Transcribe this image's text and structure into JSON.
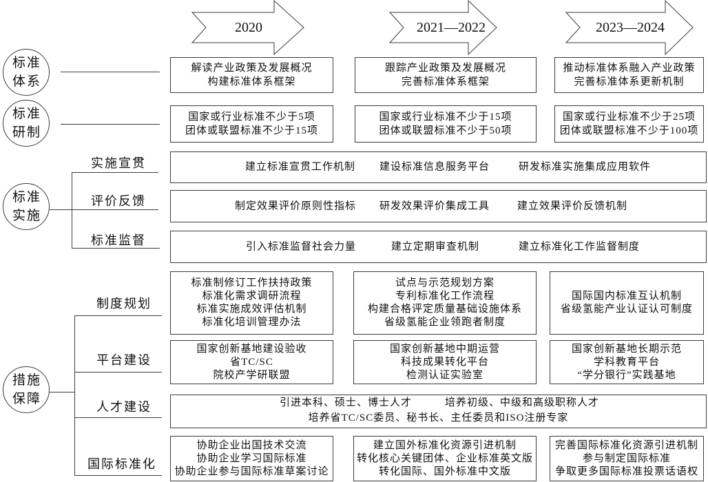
{
  "timeline": {
    "phases": [
      "2020",
      "2021—2022",
      "2023—2024"
    ]
  },
  "standard_system": {
    "label": [
      "标准",
      "体系"
    ],
    "cells": [
      [
        "解读产业政策及发展概况",
        "构建标准体系框架"
      ],
      [
        "跟踪产业政策及发展概况",
        "完善标准体系框架"
      ],
      [
        "推动标准体系融入产业政策",
        "完善标准体系更新机制"
      ]
    ]
  },
  "standard_development": {
    "label": [
      "标准",
      "研制"
    ],
    "cells": [
      [
        "国家或行业标准不少于5项",
        "团体或联盟标准不少于15项"
      ],
      [
        "国家或行业标准不少于15项",
        "团体或联盟标准不少于50项"
      ],
      [
        "国家或行业标准不少于25项",
        "团体或联盟标准不少于100项"
      ]
    ]
  },
  "standard_implementation": {
    "label": [
      "标准",
      "实施"
    ],
    "rows": [
      {
        "label": "实施宣贯",
        "items": [
          "建立标准宣贯工作机制",
          "建设标准信息服务平台",
          "研发标准实施集成应用软件"
        ]
      },
      {
        "label": "评价反馈",
        "items": [
          "制定效果评价原则性指标",
          "研发效果评价集成工具",
          "建立效果评价反馈机制"
        ]
      },
      {
        "label": "标准监督",
        "items": [
          "引入标准监督社会力量",
          "建立定期审查机制",
          "建立标准化工作监督制度"
        ]
      }
    ]
  },
  "safeguards": {
    "label": [
      "措施",
      "保障"
    ],
    "institutional_planning": {
      "label": "制度规划",
      "cells": [
        [
          "标准制修订工作扶持政策",
          "标准化需求调研流程",
          "标准实施成效评估机制",
          "标准化培训管理办法"
        ],
        [
          "试点与示范规划方案",
          "专利标准化工作流程",
          "构建合格评定质量基础设施体系",
          "省级氢能企业领跑者制度"
        ],
        [
          "国际国内标准互认机制",
          "省级氢能产业认证认可制度"
        ]
      ]
    },
    "platform_building": {
      "label": "平台建设",
      "cells": [
        [
          "国家创新基地建设验收",
          "省TC/SC",
          "院校产学研联盟"
        ],
        [
          "国家创新基地中期运营",
          "科技成果转化平台",
          "检测认证实验室"
        ],
        [
          "国家创新基地长期示范",
          "学科教育平台",
          "“学分银行”实践基地"
        ]
      ]
    },
    "talent_building": {
      "label": "人才建设",
      "items": [
        "引进本科、硕士、博士人才",
        "培养初级、中级和高级职称人才",
        "培养省TC/SC委员、秘书长、主任委员和ISO注册专家"
      ]
    },
    "internationalization": {
      "label": "国际标准化",
      "cells": [
        [
          "协助企业出国技术交流",
          "协助企业学习国际标准",
          "协助企业参与国际标准草案讨论"
        ],
        [
          "建立国外标准化资源引进机制",
          "转化核心关键团体、企业标准英文版",
          "转化国际、国外标准中文版"
        ],
        [
          "完善国际标准化资源引进机制",
          "参与制定国际标准",
          "争取更多国际标准投票话语权"
        ]
      ]
    }
  }
}
